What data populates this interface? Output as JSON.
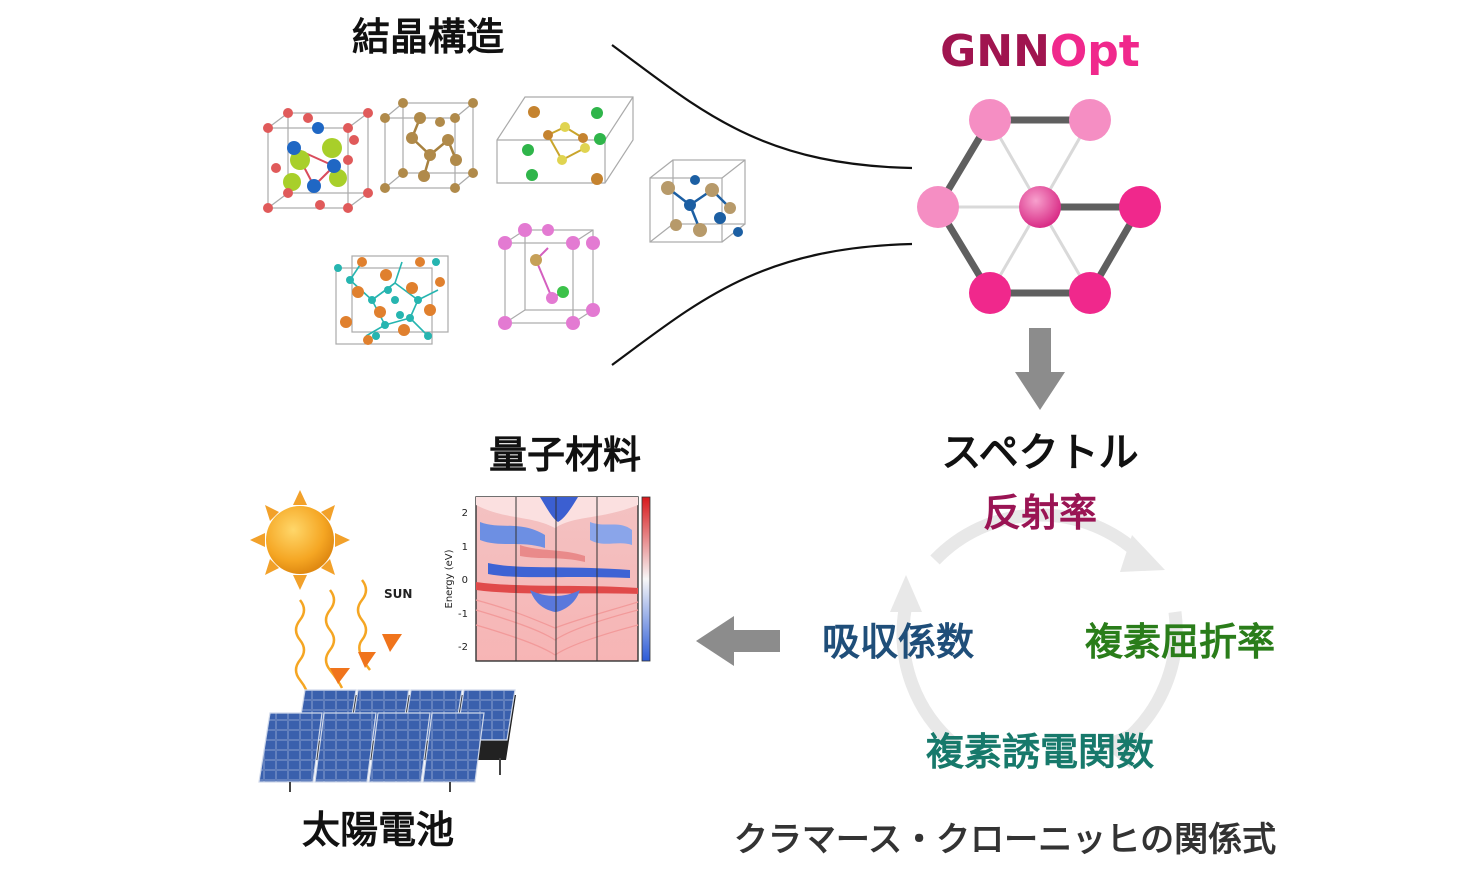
{
  "labels": {
    "crystal": "結晶構造",
    "gnnopt_a": "GNN",
    "gnnopt_b": "Opt",
    "spectrum": "スペクトル",
    "reflectance": "反射率",
    "absorption": "吸収係数",
    "refractive_index": "複素屈折率",
    "dielectric": "複素誘電関数",
    "kramers": "クラマース・クローニッヒの関係式",
    "quantum": "量子材料",
    "solar": "太陽電池",
    "sun_text": "SUN"
  },
  "band_plot": {
    "ylabel": "Energy (eV)",
    "yticks": [
      "2",
      "1",
      "0",
      "-1",
      "-2"
    ]
  },
  "colors": {
    "gnnopt_a": "#a0144f",
    "gnnopt_b": "#f0288c",
    "reflectance": "#9a1454",
    "absorption": "#1f4e79",
    "refractive_index": "#2a7d1a",
    "dielectric": "#17796b",
    "node_light": "#f58ec3",
    "node_mid": "#e9479a",
    "node_dark": "#f0288c",
    "arrow": "#8c8c8c",
    "cycle": "#e8e8e8"
  }
}
